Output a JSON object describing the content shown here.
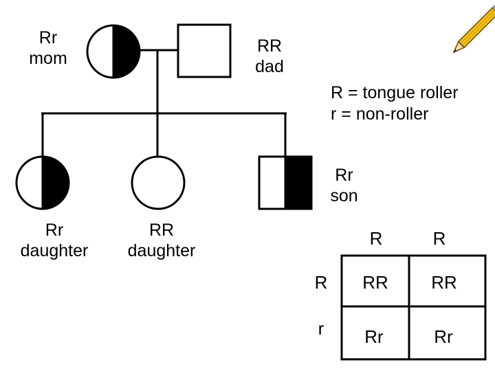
{
  "pedigree": {
    "mom": {
      "genotype": "Rr",
      "role": "mom"
    },
    "dad": {
      "genotype": "RR",
      "role": "dad"
    },
    "children": [
      {
        "genotype": "Rr",
        "role": "daughter"
      },
      {
        "genotype": "RR",
        "role": "daughter"
      },
      {
        "genotype": "Rr",
        "role": "son"
      }
    ]
  },
  "legend": {
    "dominant": "R = tongue roller",
    "recessive": "r = non-roller"
  },
  "punnett": {
    "top": [
      "R",
      "R"
    ],
    "side": [
      "R",
      "r"
    ],
    "cells": [
      [
        "RR",
        "RR"
      ],
      [
        "Rr",
        "Rr"
      ]
    ]
  },
  "icons": {
    "pencil": "pencil-icon"
  },
  "colors": {
    "line": "#000000",
    "affected": "#000000",
    "pencil_body": "#f2c21b",
    "eraser": "#e7a0b7"
  }
}
